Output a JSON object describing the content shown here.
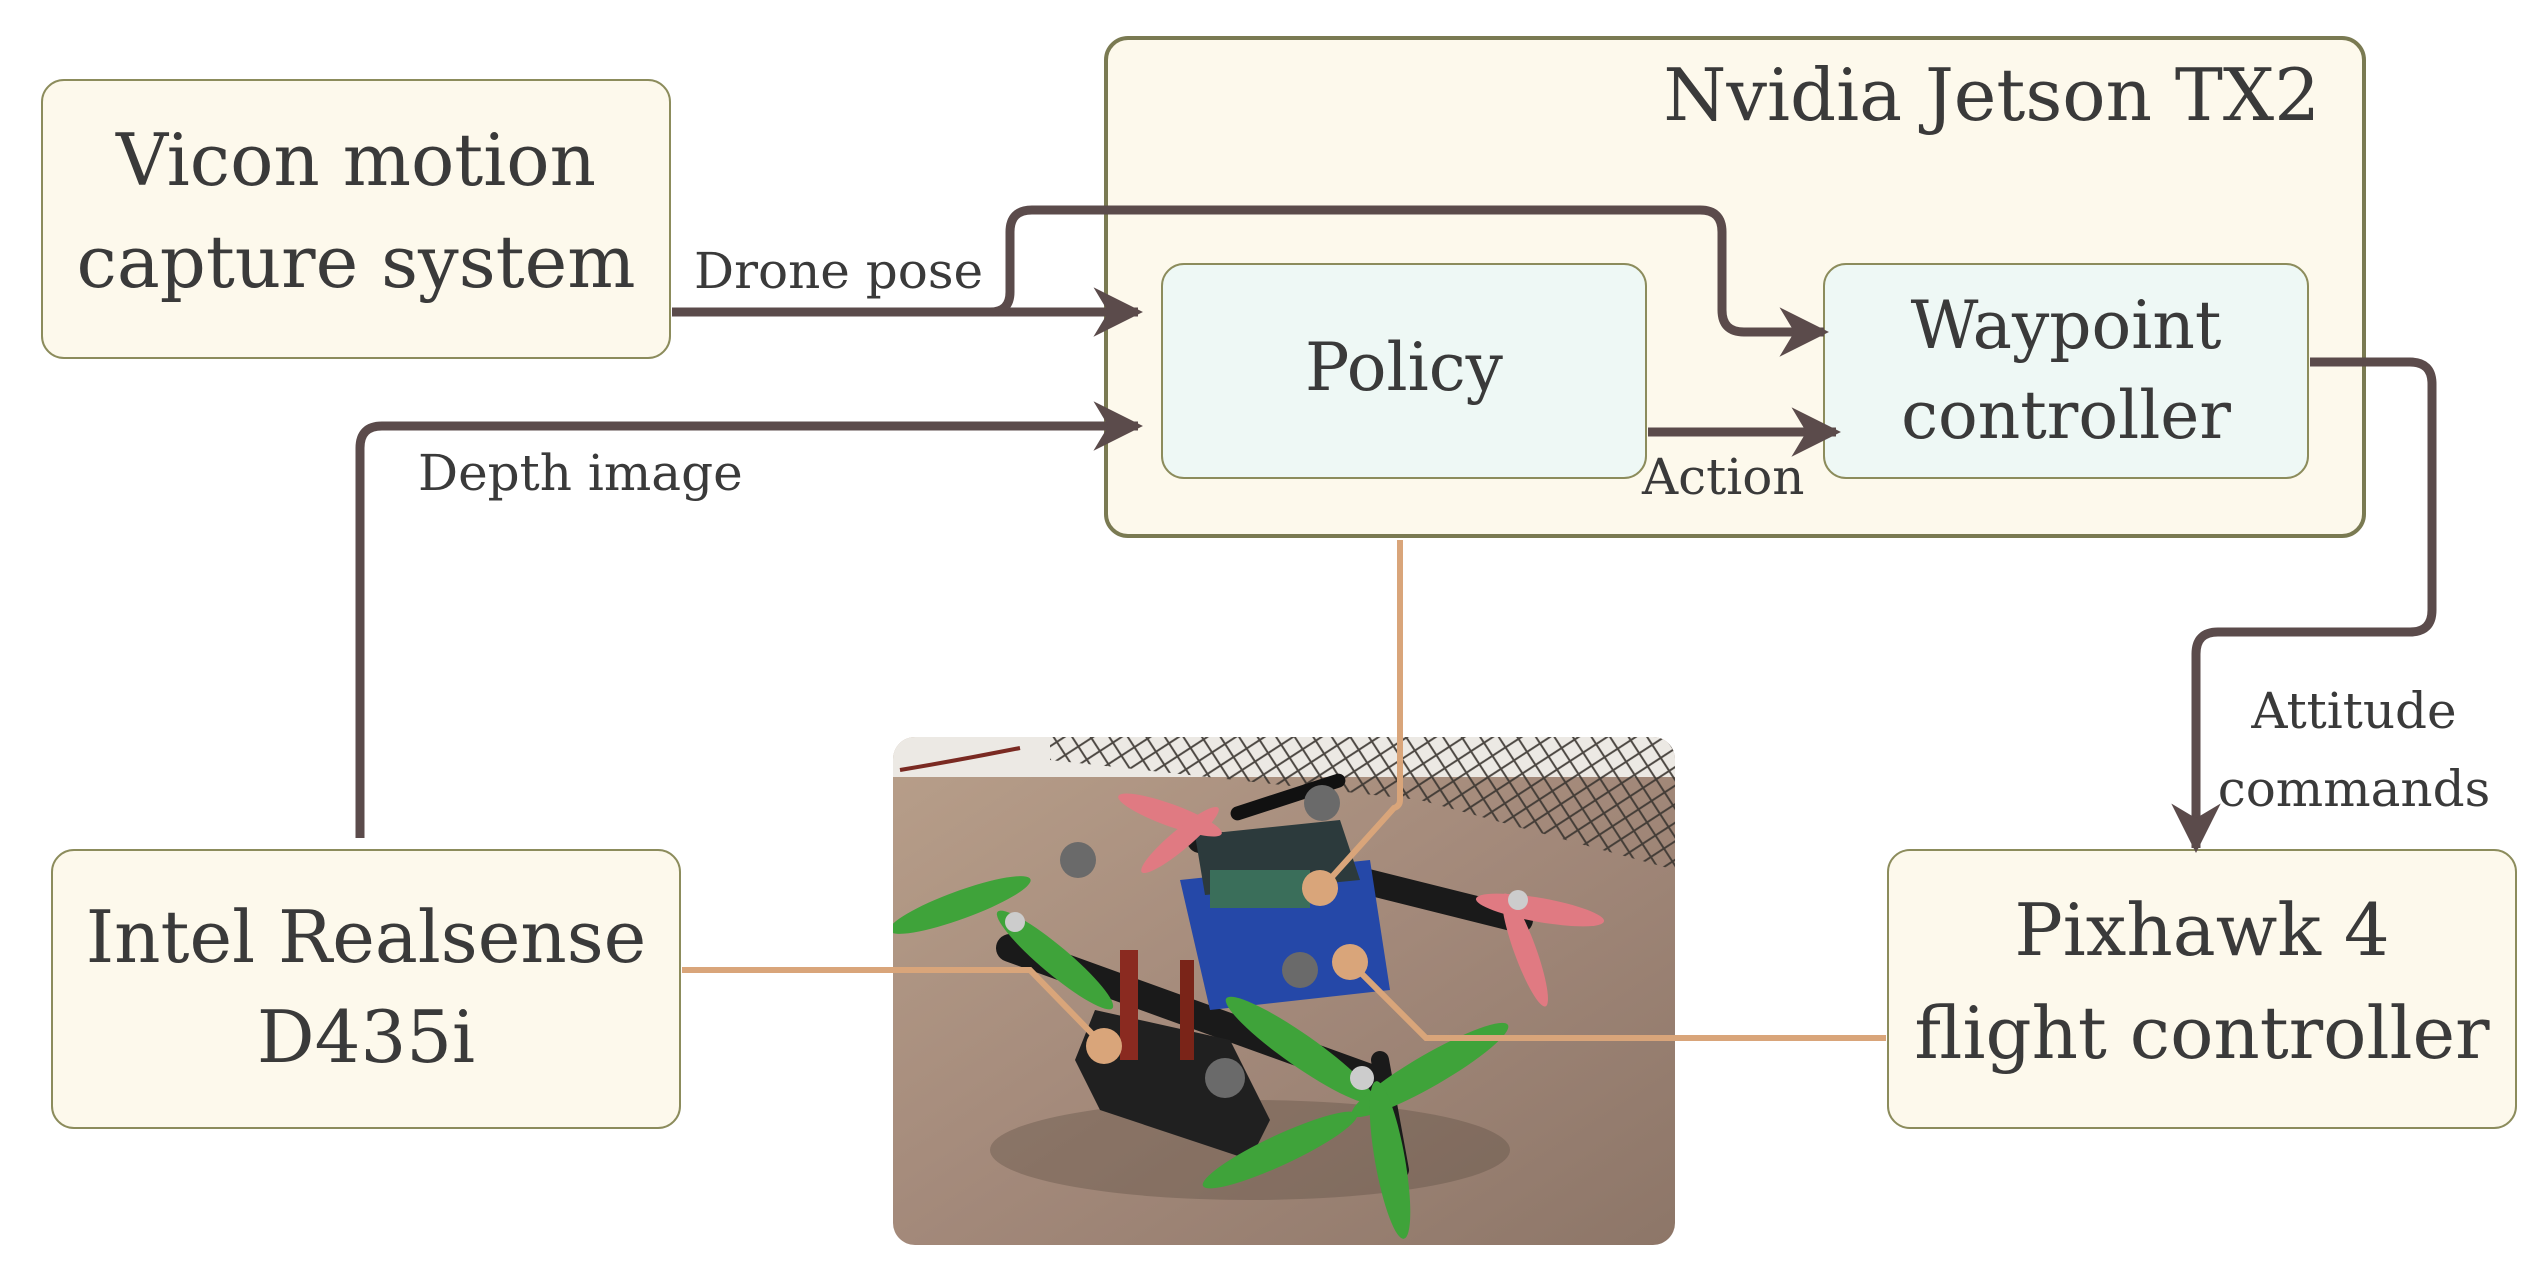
{
  "nodes": {
    "vicon": {
      "line1": "Vicon motion",
      "line2": "capture system"
    },
    "jetson": {
      "title": "Nvidia Jetson TX2"
    },
    "policy": {
      "label": "Policy"
    },
    "waypoint": {
      "line1": "Waypoint",
      "line2": "controller"
    },
    "realsense": {
      "line1": "Intel Realsense",
      "line2": "D435i"
    },
    "pixhawk": {
      "line1": "Pixhawk 4",
      "line2": "flight controller"
    }
  },
  "edges": {
    "drone_pose": "Drone pose",
    "depth_image": "Depth image",
    "action": "Action",
    "attitude_line1": "Attitude",
    "attitude_line2": "commands"
  },
  "colors": {
    "box_fill": "#fdf9ec",
    "box_stroke": "#8c8c5c",
    "inner_fill": "#eef8f5",
    "arrow": "#5b4b4b",
    "leader": "#d9a57a"
  }
}
